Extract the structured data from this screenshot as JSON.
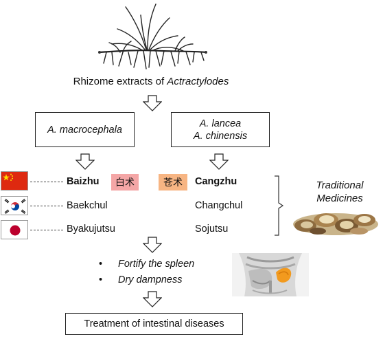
{
  "title": {
    "prefix": "Rhizome extracts of ",
    "genus": "Actractylodes"
  },
  "species": {
    "left": "A. macrocephala",
    "right_line1": "A. lancea",
    "right_line2": "A. chinensis"
  },
  "names": {
    "china_left": "Baizhu",
    "china_right": "Cangzhu",
    "korea_left": "Baekchul",
    "korea_right": "Changchul",
    "japan_left": "Byakujutsu",
    "japan_right": "Sojutsu"
  },
  "tags": {
    "left": "白术",
    "left_color": "#f4a6a6",
    "right": "苍术",
    "right_color": "#f7b583"
  },
  "traditional": {
    "line1": "Traditional",
    "line2": "Medicines"
  },
  "effects": [
    "Fortify the spleen",
    "Dry dampness"
  ],
  "outcome": "Treatment of intestinal diseases",
  "icons": [
    "rhizome-plant-illustration",
    "china-flag",
    "south-korea-flag",
    "japan-flag",
    "herbal-slices-photo",
    "abdomen-spleen-illustration",
    "down-arrow"
  ]
}
